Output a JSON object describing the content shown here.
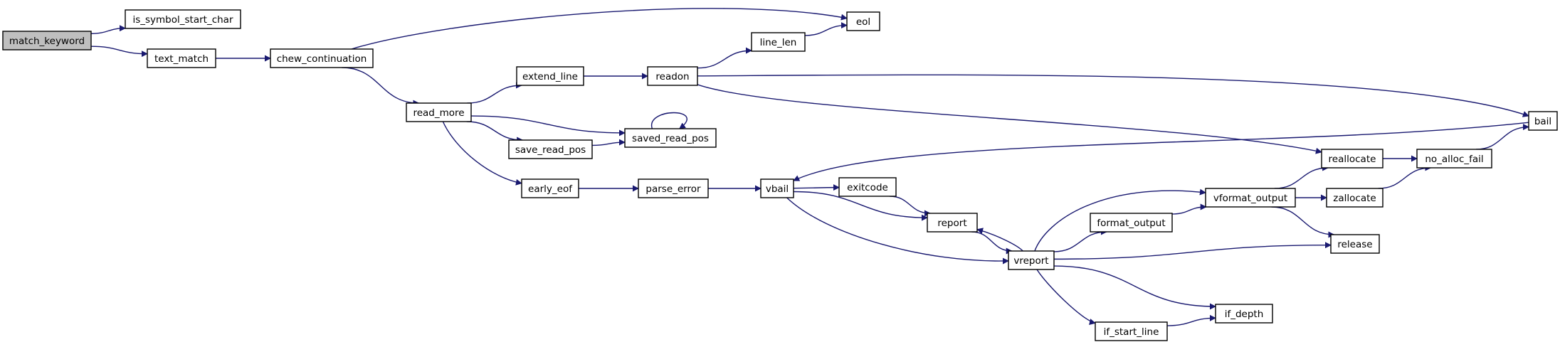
{
  "diagram": {
    "type": "call-graph",
    "edge_color": "#191970",
    "root_fill": "#bfbfbf",
    "nodes": [
      {
        "id": "match_keyword",
        "label": "match_keyword",
        "root": true
      },
      {
        "id": "is_symbol_start_char",
        "label": "is_symbol_start_char"
      },
      {
        "id": "text_match",
        "label": "text_match"
      },
      {
        "id": "chew_continuation",
        "label": "chew_continuation"
      },
      {
        "id": "eol",
        "label": "eol"
      },
      {
        "id": "read_more",
        "label": "read_more"
      },
      {
        "id": "extend_line",
        "label": "extend_line"
      },
      {
        "id": "save_read_pos",
        "label": "save_read_pos"
      },
      {
        "id": "saved_read_pos",
        "label": "saved_read_pos"
      },
      {
        "id": "early_eof",
        "label": "early_eof"
      },
      {
        "id": "readon",
        "label": "readon"
      },
      {
        "id": "line_len",
        "label": "line_len"
      },
      {
        "id": "parse_error",
        "label": "parse_error"
      },
      {
        "id": "vbail",
        "label": "vbail"
      },
      {
        "id": "exitcode",
        "label": "exitcode"
      },
      {
        "id": "report",
        "label": "report"
      },
      {
        "id": "vreport",
        "label": "vreport"
      },
      {
        "id": "format_output",
        "label": "format_output"
      },
      {
        "id": "if_start_line",
        "label": "if_start_line"
      },
      {
        "id": "vformat_output",
        "label": "vformat_output"
      },
      {
        "id": "reallocate",
        "label": "reallocate"
      },
      {
        "id": "zallocate",
        "label": "zallocate"
      },
      {
        "id": "release",
        "label": "release"
      },
      {
        "id": "if_depth",
        "label": "if_depth"
      },
      {
        "id": "no_alloc_fail",
        "label": "no_alloc_fail"
      },
      {
        "id": "bail",
        "label": "bail"
      }
    ],
    "edges": [
      {
        "from": "match_keyword",
        "to": "is_symbol_start_char"
      },
      {
        "from": "match_keyword",
        "to": "text_match"
      },
      {
        "from": "text_match",
        "to": "chew_continuation"
      },
      {
        "from": "chew_continuation",
        "to": "eol"
      },
      {
        "from": "chew_continuation",
        "to": "read_more"
      },
      {
        "from": "read_more",
        "to": "extend_line"
      },
      {
        "from": "read_more",
        "to": "saved_read_pos"
      },
      {
        "from": "read_more",
        "to": "save_read_pos"
      },
      {
        "from": "read_more",
        "to": "early_eof"
      },
      {
        "from": "extend_line",
        "to": "readon"
      },
      {
        "from": "readon",
        "to": "line_len"
      },
      {
        "from": "line_len",
        "to": "eol"
      },
      {
        "from": "readon",
        "to": "bail"
      },
      {
        "from": "readon",
        "to": "reallocate"
      },
      {
        "from": "save_read_pos",
        "to": "saved_read_pos"
      },
      {
        "from": "saved_read_pos",
        "to": "saved_read_pos"
      },
      {
        "from": "early_eof",
        "to": "parse_error"
      },
      {
        "from": "parse_error",
        "to": "vbail"
      },
      {
        "from": "bail",
        "to": "vbail"
      },
      {
        "from": "vbail",
        "to": "exitcode"
      },
      {
        "from": "vbail",
        "to": "report"
      },
      {
        "from": "vbail",
        "to": "vreport"
      },
      {
        "from": "exitcode",
        "to": "report"
      },
      {
        "from": "report",
        "to": "vreport"
      },
      {
        "from": "vreport",
        "to": "report"
      },
      {
        "from": "vreport",
        "to": "format_output"
      },
      {
        "from": "vreport",
        "to": "vformat_output"
      },
      {
        "from": "vreport",
        "to": "release"
      },
      {
        "from": "vreport",
        "to": "if_depth"
      },
      {
        "from": "vreport",
        "to": "if_start_line"
      },
      {
        "from": "format_output",
        "to": "vformat_output"
      },
      {
        "from": "vformat_output",
        "to": "reallocate"
      },
      {
        "from": "vformat_output",
        "to": "zallocate"
      },
      {
        "from": "vformat_output",
        "to": "release"
      },
      {
        "from": "if_start_line",
        "to": "if_depth"
      },
      {
        "from": "reallocate",
        "to": "no_alloc_fail"
      },
      {
        "from": "zallocate",
        "to": "no_alloc_fail"
      },
      {
        "from": "no_alloc_fail",
        "to": "bail"
      }
    ]
  }
}
